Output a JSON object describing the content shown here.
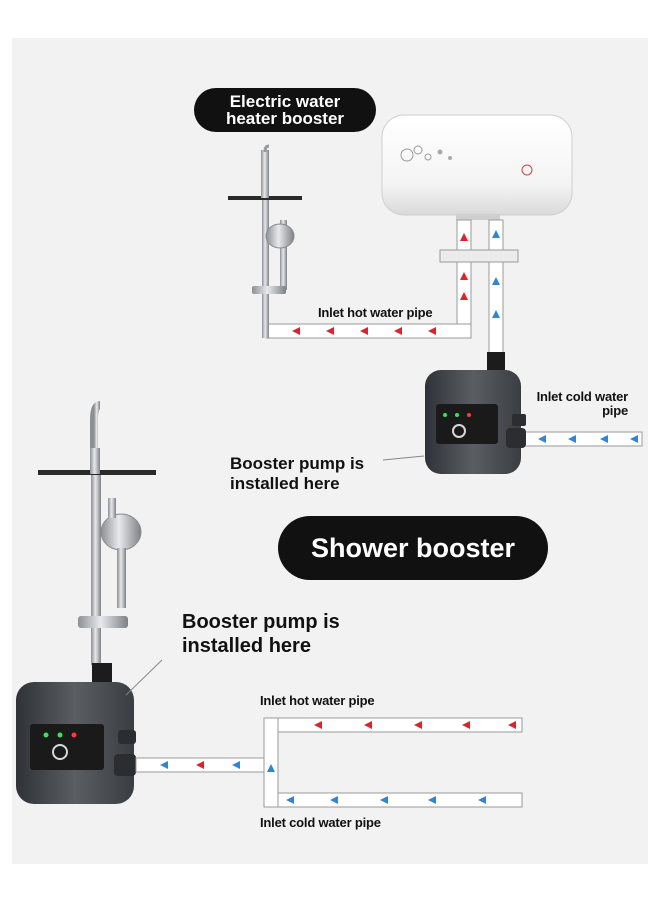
{
  "labels": {
    "heater_title": "Electric water heater booster",
    "heater_hot_pipe": "Inlet hot water pipe",
    "heater_cold_pipe": "Inlet cold water pipe",
    "heater_pump_note": "Booster pump is installed here",
    "shower_title": "Shower booster",
    "shower_pump_note": "Booster pump is installed here",
    "shower_hot_pipe": "Inlet hot water pipe",
    "shower_cold_pipe": "Inlet cold water pipe"
  },
  "colors": {
    "hot_arrow": "#e0222a",
    "cold_arrow": "#2f86d6",
    "pill_bg": "#111111",
    "pump_body": "#4a4d52",
    "panel_bg": "#f2f2f2"
  }
}
